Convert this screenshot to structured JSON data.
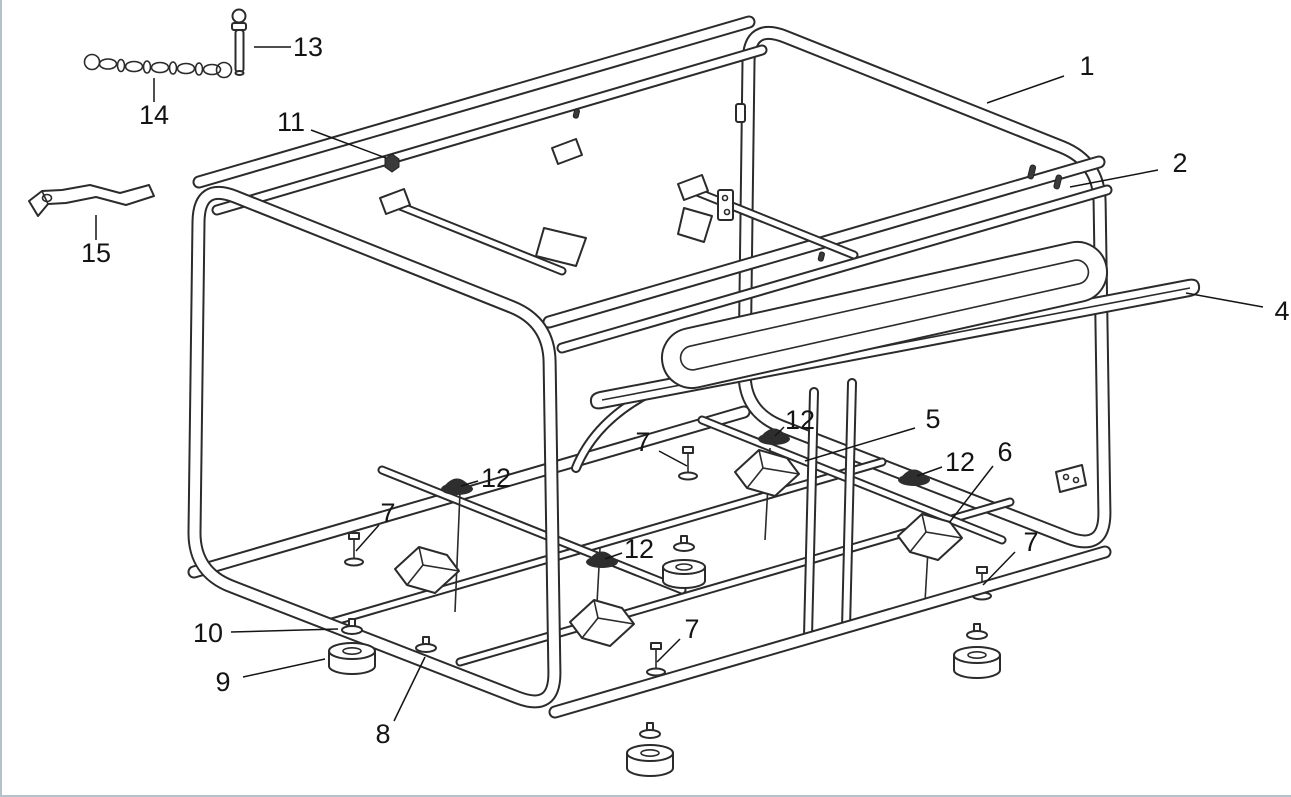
{
  "diagram": {
    "background": "#ffffff",
    "line_color": "#2b2b2b",
    "callouts": [
      {
        "id": "1",
        "label": "1"
      },
      {
        "id": "2",
        "label": "2"
      },
      {
        "id": "4",
        "label": "4"
      },
      {
        "id": "5",
        "label": "5"
      },
      {
        "id": "6",
        "label": "6"
      },
      {
        "id": "7a",
        "label": "7"
      },
      {
        "id": "7b",
        "label": "7"
      },
      {
        "id": "7c",
        "label": "7"
      },
      {
        "id": "7d",
        "label": "7"
      },
      {
        "id": "8",
        "label": "8"
      },
      {
        "id": "9",
        "label": "9"
      },
      {
        "id": "10",
        "label": "10"
      },
      {
        "id": "11",
        "label": "11"
      },
      {
        "id": "12a",
        "label": "12"
      },
      {
        "id": "12b",
        "label": "12"
      },
      {
        "id": "12c",
        "label": "12"
      },
      {
        "id": "12d",
        "label": "12"
      },
      {
        "id": "13",
        "label": "13"
      },
      {
        "id": "14",
        "label": "14"
      },
      {
        "id": "15",
        "label": "15"
      }
    ]
  }
}
